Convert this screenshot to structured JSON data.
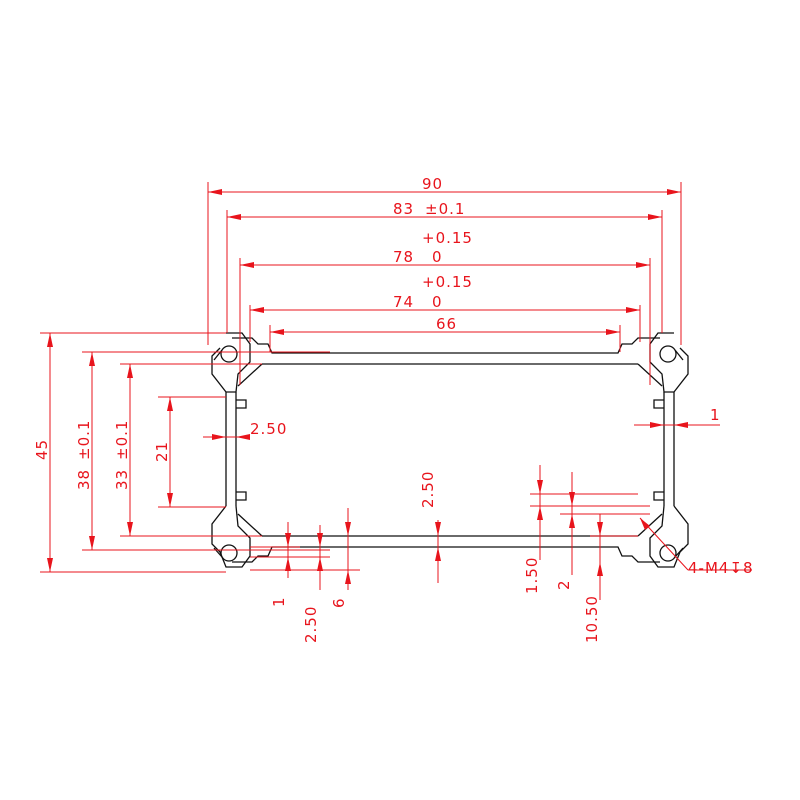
{
  "drawing": {
    "colors": {
      "dimension": "#e8141c",
      "outline": "#111111",
      "background": "#ffffff"
    },
    "labels": {
      "width_90": "90",
      "width_83": "83",
      "tol_83": "±0.1",
      "width_78": "78",
      "tol_78_upper": "+0.15",
      "tol_78_lower": "0",
      "width_74": "74",
      "tol_74_upper": "+0.15",
      "tol_74_lower": "0",
      "width_66": "66",
      "height_45": "45",
      "height_38": "38",
      "tol_38": "±0.1",
      "height_33": "33",
      "tol_33": "±0.1",
      "height_21": "21",
      "wall_2_50_left": "2.50",
      "wall_1_right": "1",
      "wall_2_50_center": "2.50",
      "bottom_1": "1",
      "bottom_2_50": "2.50",
      "bottom_6": "6",
      "right_1_50": "1.50",
      "right_2": "2",
      "right_10_50": "10.50",
      "hole_callout": "4-M4↧8"
    }
  }
}
